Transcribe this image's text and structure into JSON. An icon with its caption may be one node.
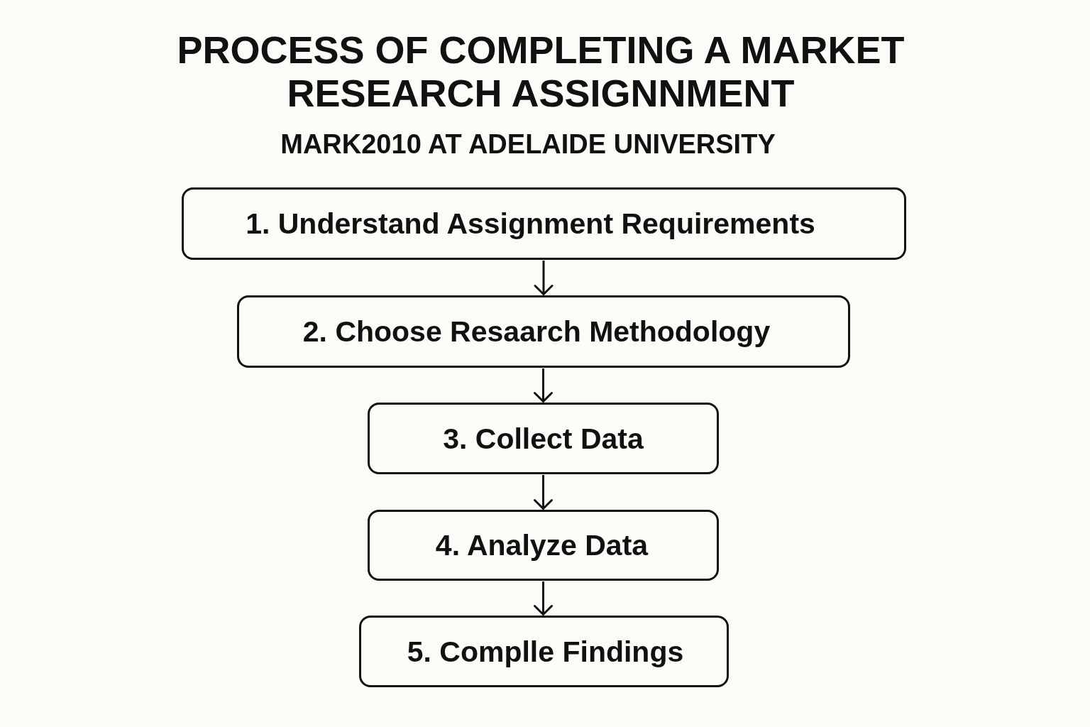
{
  "diagram": {
    "title": "PROCESS OF COMPLETING A MARKET RESEARCH ASSIGNNMENT",
    "nodes": [
      {
        "text": [
          "1. Understand Assignment Requirements"
        ]
      },
      {
        "text": [
          "2. Choose Resaarch Methodology"
        ]
      },
      {
        "text": [
          "3. Collect Data"
        ]
      },
      {
        "text": [
          "4. Analyze Data"
        ]
      },
      {
        "text": [
          "5. Complle Findings"
        ]
      }
    ],
    "edges": [
      {
        "from": 0,
        "to": 1,
        "arrow": "to"
      },
      {
        "from": 1,
        "to": 2,
        "arrow": "to"
      },
      {
        "from": 2,
        "to": 3,
        "arrow": "to"
      },
      {
        "from": 3,
        "to": 4,
        "arrow": "to"
      }
    ],
    "labels": [
      "MARK2010 AT ADELAIDE UNIVERSITY"
    ]
  }
}
